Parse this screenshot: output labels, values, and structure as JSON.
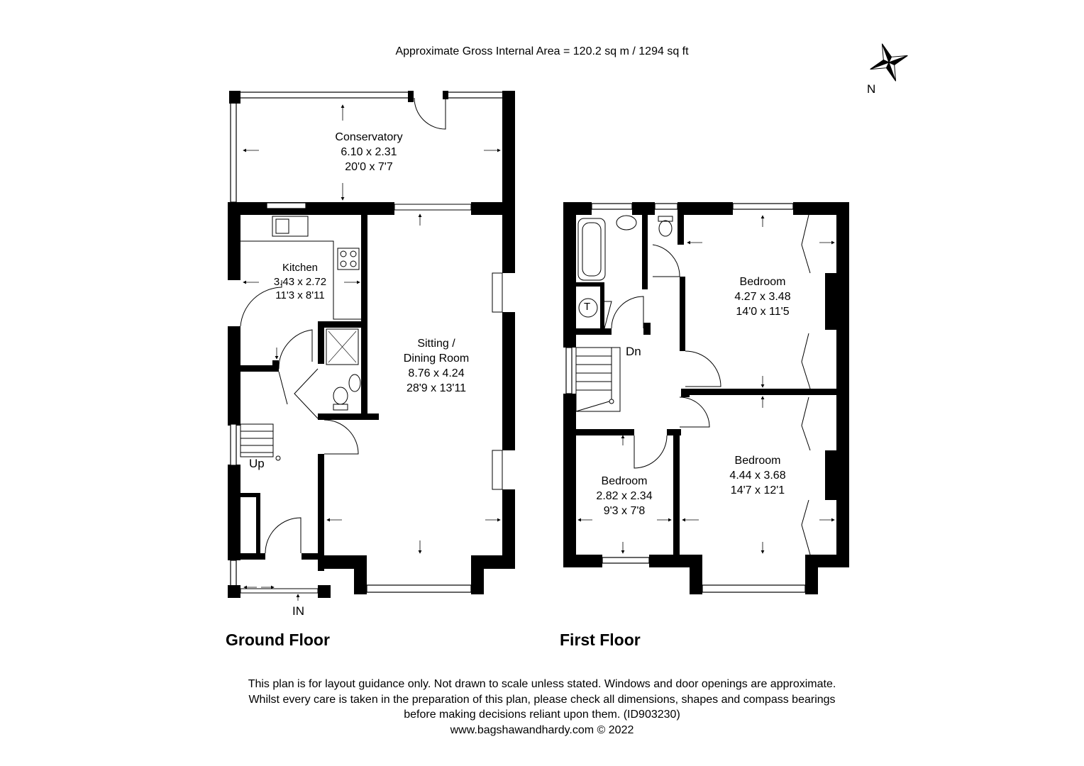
{
  "header": {
    "area_text": "Approximate Gross Internal Area = 120.2 sq m / 1294 sq ft",
    "compass_label": "N"
  },
  "floors": {
    "ground_title": "Ground Floor",
    "first_title": "First Floor"
  },
  "ground_floor": {
    "conservatory": {
      "name": "Conservatory",
      "metric": "6.10 x 2.31",
      "imperial": "20'0 x 7'7"
    },
    "kitchen": {
      "name": "Kitchen",
      "metric": "3.43 x 2.72",
      "imperial": "11'3 x 8'11"
    },
    "sitting": {
      "name_line1": "Sitting /",
      "name_line2": "Dining Room",
      "metric": "8.76 x 4.24",
      "imperial": "28'9 x 13'11"
    },
    "stairs_label": "Up",
    "entrance_label": "IN"
  },
  "first_floor": {
    "bedroom_rear": {
      "name": "Bedroom",
      "metric": "4.27 x 3.48",
      "imperial": "14'0 x 11'5"
    },
    "bedroom_front": {
      "name": "Bedroom",
      "metric": "4.44 x 3.68",
      "imperial": "14'7 x 12'1"
    },
    "bedroom_small": {
      "name": "Bedroom",
      "metric": "2.82 x 2.34",
      "imperial": "9'3 x 7'8"
    },
    "stairs_label": "Dn",
    "tank_label": "T"
  },
  "footer": {
    "line1": "This plan is for layout guidance only. Not drawn to scale unless stated. Windows and door openings are approximate.",
    "line2": "Whilst every care is taken in the preparation of this plan, please check all dimensions, shapes and compass bearings",
    "line3": "before making decisions reliant upon them. (ID903230)",
    "line4": "www.bagshawandhardy.com © 2022"
  }
}
